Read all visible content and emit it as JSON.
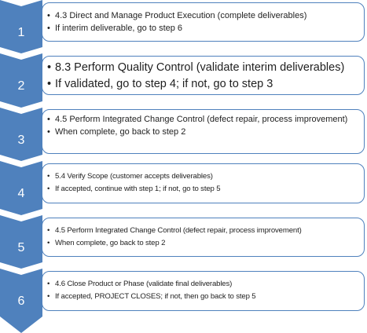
{
  "colors": {
    "chevron": "#4f81bd",
    "border": "#4f81bd",
    "text": "#1f1f1f",
    "number": "#ffffff"
  },
  "steps": [
    {
      "number": "1",
      "bullets": [
        "4.3 Direct and Manage Product  Execution (complete deliverables)",
        "If interim deliverable, go to step 6"
      ]
    },
    {
      "number": "2",
      "bullets": [
        "8.3 Perform Quality Control (validate interim deliverables)",
        "If validated, go to step 4; if not, go to step 3"
      ]
    },
    {
      "number": "3",
      "bullets": [
        "4.5 Perform Integrated Change Control (defect repair, process improvement)",
        "When complete, go back to step 2"
      ]
    },
    {
      "number": "4",
      "bullets": [
        "5.4 Verify Scope (customer accepts deliverables)",
        "If accepted, continue with step 1; if not, go to step 5"
      ]
    },
    {
      "number": "5",
      "bullets": [
        "4.5 Perform Integrated Change Control (defect repair, process improvement)",
        "When complete, go back to step 2"
      ]
    },
    {
      "number": "6",
      "bullets": [
        "4.6 Close Product or Phase (validate final deliverables)",
        "If accepted, PROJECT CLOSES; if not, then go back to step 5"
      ]
    }
  ]
}
